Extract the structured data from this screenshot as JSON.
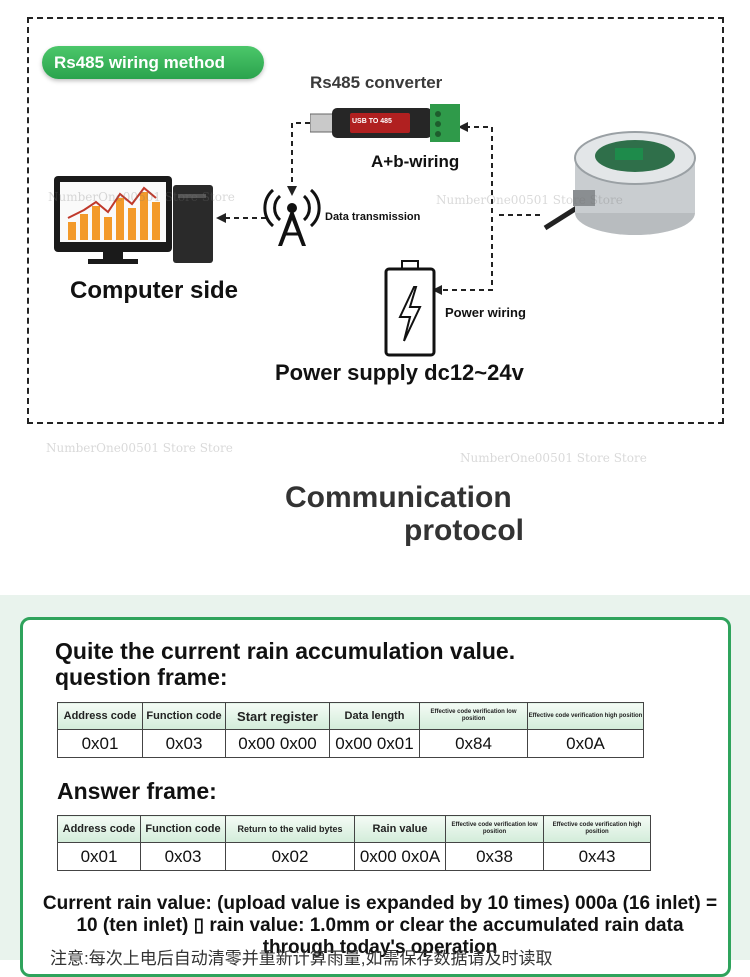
{
  "wiring": {
    "badge": "Rs485 wiring method",
    "converter_title": "Rs485 converter",
    "converter_sticker": "USB TO 485",
    "ab_label": "A+b-wiring",
    "data_label": "Data transmission",
    "computer_label": "Computer side",
    "power_wiring_label": "Power wiring",
    "power_supply_label": "Power supply dc12~24v"
  },
  "watermark": "NumberOne00501 Store Store",
  "protocol_title_line1": "Communication",
  "protocol_title_line2": "protocol",
  "query": {
    "title_line1": "Quite the current rain accumulation value.",
    "title_line2": "question frame:",
    "headers": [
      "Address code",
      "Function code",
      "Start register",
      "Data length",
      "Effective code verification low position",
      "Effective code verification high position"
    ],
    "values": [
      "0x01",
      "0x03",
      "0x00  0x00",
      "0x00 0x01",
      "0x84",
      "0x0A"
    ]
  },
  "answer": {
    "title": "Answer frame:",
    "headers": [
      "Address code",
      "Function code",
      "Return to the valid bytes",
      "Rain value",
      "Effective code verification low position",
      "Effective code verification high position"
    ],
    "values": [
      "0x01",
      "0x03",
      "0x02",
      "0x00 0x0A",
      "0x38",
      "0x43"
    ]
  },
  "note": "Current rain value: (upload value is expanded by 10 times) 000a (16 inlet) = 10 (ten inlet) ▯ rain value: 1.0mm or clear the accumulated rain data through today's operation",
  "bottom_text": "注意:每次上电后自动清零并重新计算雨量,如需保存数据请及时读取"
}
